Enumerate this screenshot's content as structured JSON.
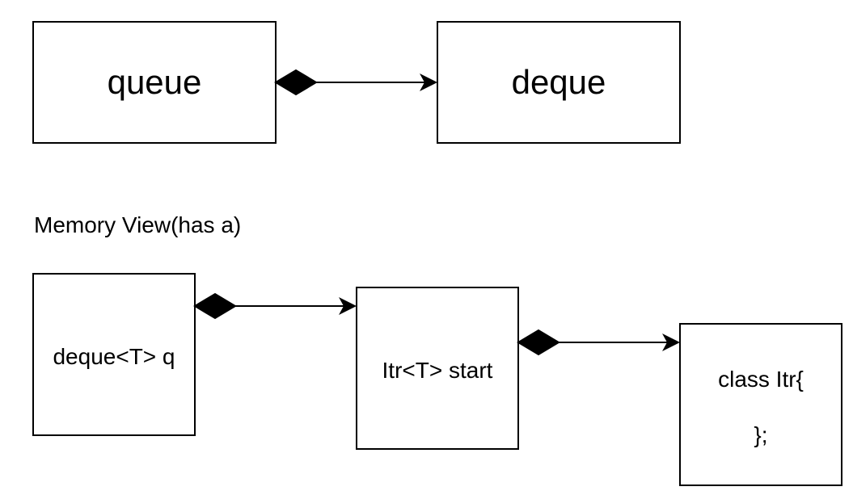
{
  "colors": {
    "stroke": "#000000",
    "fill": "#ffffff"
  },
  "top": {
    "queue_label": "queue",
    "deque_label": "deque"
  },
  "section_label": "Memory View(has a)",
  "bottom": {
    "deque_q_label": "deque<T> q",
    "itr_start_label": "Itr<T> start",
    "class_itr_line1": "class Itr{",
    "class_itr_line2": "};"
  }
}
